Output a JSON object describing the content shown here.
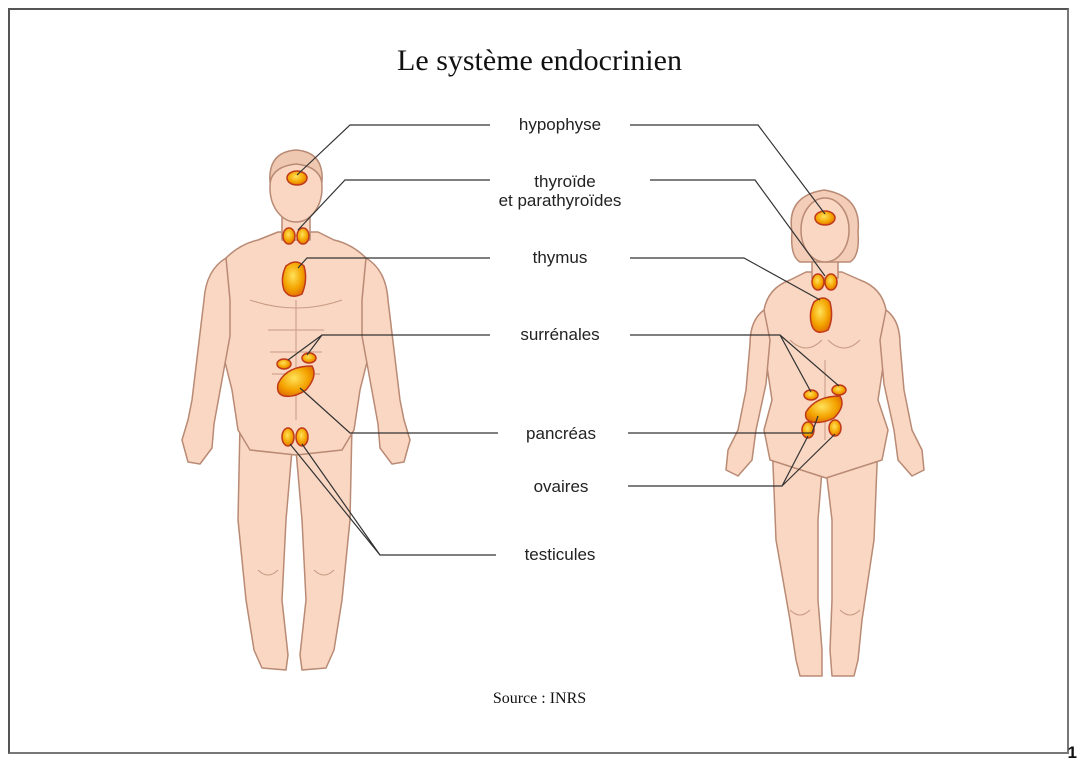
{
  "title": "Le système endocrinien",
  "labels": {
    "hypophyse": "hypophyse",
    "thyroide_line1": "thyroïde",
    "thyroide_line2": "et parathyroïdes",
    "thymus": "thymus",
    "surrenales": "surrénales",
    "pancreas": "pancréas",
    "ovaires": "ovaires",
    "testicules": "testicules"
  },
  "source": "Source : INRS",
  "page_number": "1",
  "colors": {
    "skin": "#f9d7c3",
    "skin_outline": "#b98a74",
    "gland_fill": "#f4a400",
    "gland_outline": "#c0391b",
    "leader_line": "#333333"
  }
}
